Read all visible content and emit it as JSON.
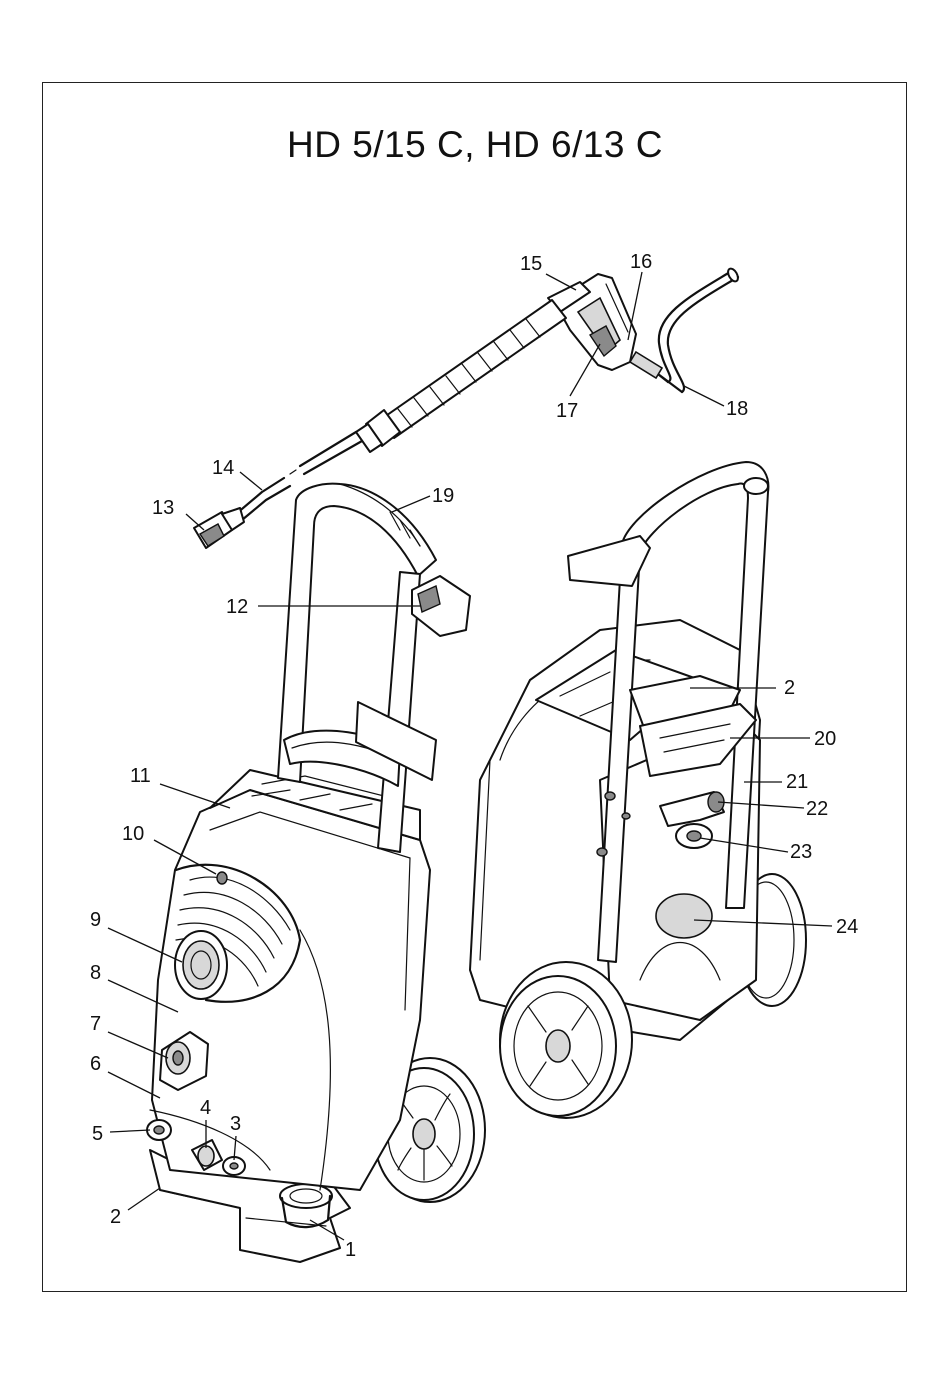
{
  "title": "HD 5/15 C, HD 6/13 C",
  "callouts": [
    {
      "id": "callout-1",
      "text": "1"
    },
    {
      "id": "callout-2-front",
      "text": "2"
    },
    {
      "id": "callout-3",
      "text": "3"
    },
    {
      "id": "callout-4",
      "text": "4"
    },
    {
      "id": "callout-5",
      "text": "5"
    },
    {
      "id": "callout-6",
      "text": "6"
    },
    {
      "id": "callout-7",
      "text": "7"
    },
    {
      "id": "callout-8",
      "text": "8"
    },
    {
      "id": "callout-9",
      "text": "9"
    },
    {
      "id": "callout-10",
      "text": "10"
    },
    {
      "id": "callout-11",
      "text": "11"
    },
    {
      "id": "callout-12",
      "text": "12"
    },
    {
      "id": "callout-13",
      "text": "13"
    },
    {
      "id": "callout-14",
      "text": "14"
    },
    {
      "id": "callout-15",
      "text": "15"
    },
    {
      "id": "callout-16",
      "text": "16"
    },
    {
      "id": "callout-17",
      "text": "17"
    },
    {
      "id": "callout-18",
      "text": "18"
    },
    {
      "id": "callout-19",
      "text": "19"
    },
    {
      "id": "callout-2-rear",
      "text": "2"
    },
    {
      "id": "callout-20",
      "text": "20"
    },
    {
      "id": "callout-21",
      "text": "21"
    },
    {
      "id": "callout-22",
      "text": "22"
    },
    {
      "id": "callout-23",
      "text": "23"
    },
    {
      "id": "callout-24",
      "text": "24"
    }
  ]
}
